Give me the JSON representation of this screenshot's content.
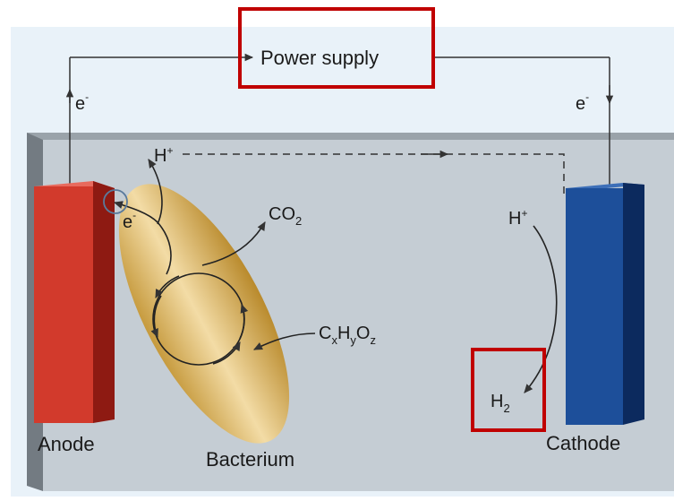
{
  "labels": {
    "power_supply": "Power supply",
    "anode": "Anode",
    "cathode": "Cathode",
    "bacterium": "Bacterium",
    "electron_base": "e",
    "electron_sup": "-",
    "proton_base": "H",
    "proton_sup": "+",
    "co2_base": "CO",
    "co2_sub": "2",
    "organic_c": "C",
    "organic_x": "x",
    "organic_h": "H",
    "organic_y": "y",
    "organic_o": "O",
    "organic_z": "z",
    "h2_base": "H",
    "h2_sub": "2"
  },
  "colors": {
    "background_panel": "#e9f2f9",
    "chamber": "#c5cdd4",
    "chamber_edge": "#737b82",
    "anode": "#d23a2c",
    "anode_dark": "#8e1a12",
    "cathode": "#1d4f9a",
    "cathode_dark": "#0c2a5e",
    "bacterium_light": "#f0d59a",
    "bacterium_dark": "#b98a2c",
    "highlight_box": "#c00000",
    "wire": "#333333"
  }
}
